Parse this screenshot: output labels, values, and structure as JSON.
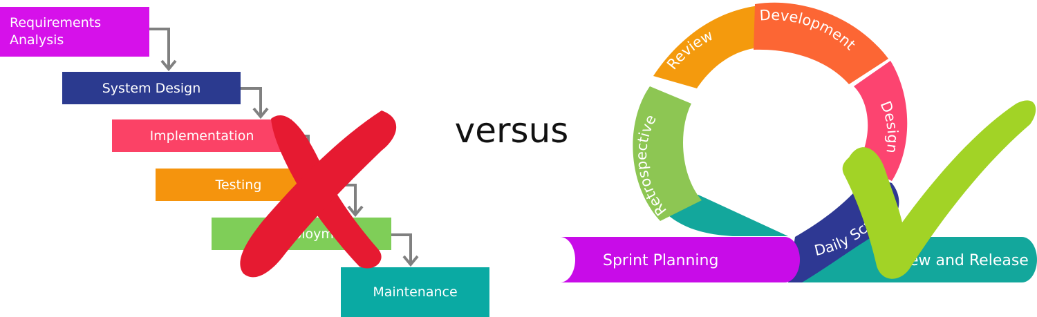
{
  "waterfall": {
    "stages": [
      {
        "label": "Requirements\nAnalysis",
        "color": "#d611ea"
      },
      {
        "label": "System Design",
        "color": "#2b3a8f"
      },
      {
        "label": "Implementation",
        "color": "#fb4266"
      },
      {
        "label": "Testing",
        "color": "#f5940d"
      },
      {
        "label": "Deployment",
        "color": "#7fce58"
      },
      {
        "label": "Maintenance",
        "color": "#0aaaa3"
      }
    ],
    "arrow_color": "#555555",
    "rejection_mark": {
      "icon": "cross-icon",
      "color": "#e61a31"
    }
  },
  "connector": {
    "label": "versus"
  },
  "agile": {
    "cycle_stages": [
      {
        "label": "Development",
        "color": "#fc6634"
      },
      {
        "label": "Design",
        "color": "#fc4470"
      },
      {
        "label": "Daily Scrum",
        "color": "#2e3893"
      },
      {
        "label": "Retrospective",
        "color": "#8dc653"
      },
      {
        "label": "Review",
        "color": "#f49a0d"
      }
    ],
    "sprint_planning": {
      "label": "Sprint Planning",
      "color": "#c80ce8"
    },
    "review_release": {
      "label": "Review and Release",
      "color": "#13a79c"
    },
    "approval_mark": {
      "icon": "check-icon",
      "color": "#a2d326"
    }
  }
}
